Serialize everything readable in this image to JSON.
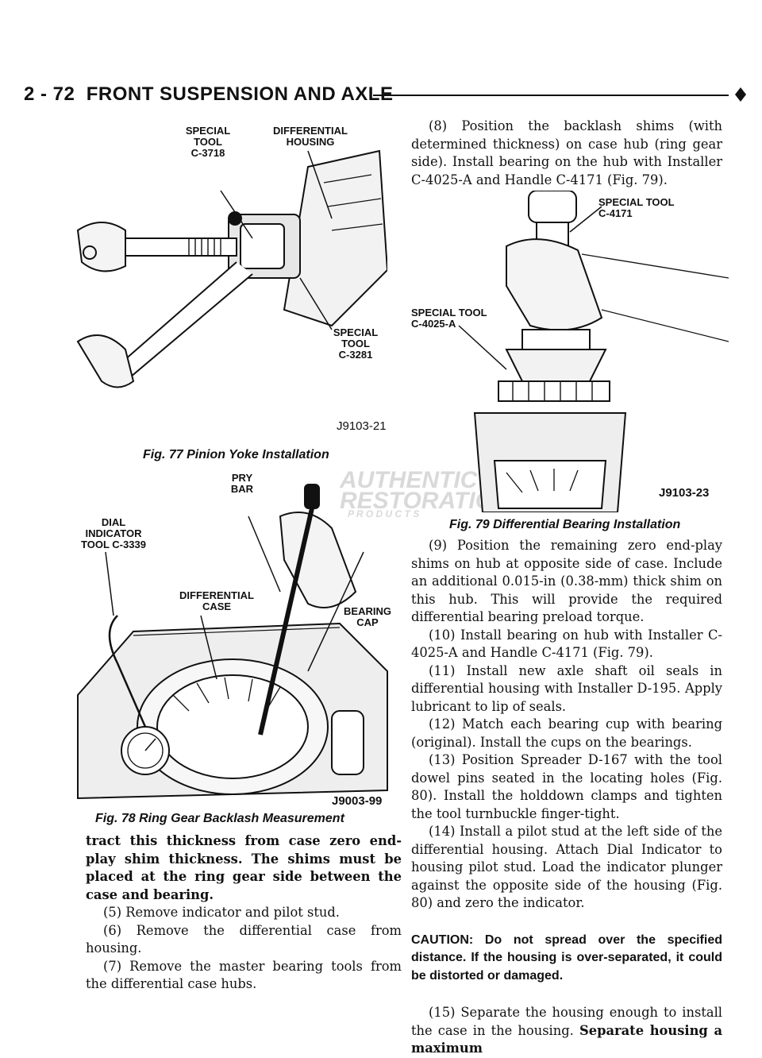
{
  "header": {
    "page_number": "2 - 72",
    "title": "FRONT SUSPENSION AND AXLE"
  },
  "watermark": {
    "line1": "AUTHENTIC",
    "line2": "RESTORATION",
    "line3": "P R O D U C T S"
  },
  "fig77": {
    "labels": {
      "special_tool_c3718": "SPECIAL\nTOOL\nC-3718",
      "differential_housing": "DIFFERENTIAL\nHOUSING",
      "special_tool_c3281": "SPECIAL\nTOOL\nC-3281"
    },
    "id": "J9103-21",
    "caption": "Fig. 77 Pinion Yoke Installation"
  },
  "fig78": {
    "labels": {
      "pry_bar": "PRY\nBAR",
      "dial_indicator": "DIAL\nINDICATOR\nTOOL C-3339",
      "differential_case": "DIFFERENTIAL\nCASE",
      "bearing_cap": "BEARING\nCAP"
    },
    "id": "J9003-99",
    "caption": "Fig. 78 Ring Gear Backlash Measurement"
  },
  "fig79": {
    "labels": {
      "special_tool_c4171": "SPECIAL TOOL\nC-4171",
      "special_tool_c4025a": "SPECIAL TOOL\nC-4025-A"
    },
    "id": "J9103-23",
    "caption": "Fig. 79 Differential Bearing Installation"
  },
  "left_text": {
    "bold_para": "tract this thickness from case zero end-play shim thickness. The shims must be placed at the ring gear side between the case and bearing.",
    "step5": "(5) Remove indicator and pilot stud.",
    "step6": "(6) Remove the differential case from housing.",
    "step7": "(7) Remove the master bearing tools from the differential case hubs."
  },
  "right_text": {
    "step8": "(8) Position the backlash shims (with determined thickness) on case hub (ring gear side). Install bearing on the hub with Installer C-4025-A and Handle C-4171 (Fig. 79).",
    "step9": "(9) Position the remaining zero end-play shims on hub at opposite side of case. Include an additional 0.015-in (0.38-mm) thick shim on this hub. This will provide the required differential bearing preload torque.",
    "step10": "(10) Install bearing on hub with Installer C-4025-A and Handle C-4171 (Fig. 79).",
    "step11": "(11) Install new axle shaft oil seals in differential housing with Installer D-195. Apply lubricant to lip of seals.",
    "step12": "(12) Match each bearing cup with bearing (original). Install the cups on the bearings.",
    "step13": "(13) Position Spreader D-167 with the tool dowel pins seated in the locating holes (Fig. 80). Install the holddown clamps and tighten the tool turnbuckle finger-tight.",
    "step14": "(14) Install a pilot stud at the left side of the differential housing. Attach Dial Indicator to housing pilot stud. Load the indicator plunger against the opposite side of the housing (Fig. 80) and zero the indicator.",
    "caution": "CAUTION: Do not spread over the specified distance. If the housing is over-separated, it could be distorted or damaged.",
    "step15_a": "(15) Separate the housing enough to install the case in the housing. ",
    "step15_b": "Separate housing a maximum"
  }
}
